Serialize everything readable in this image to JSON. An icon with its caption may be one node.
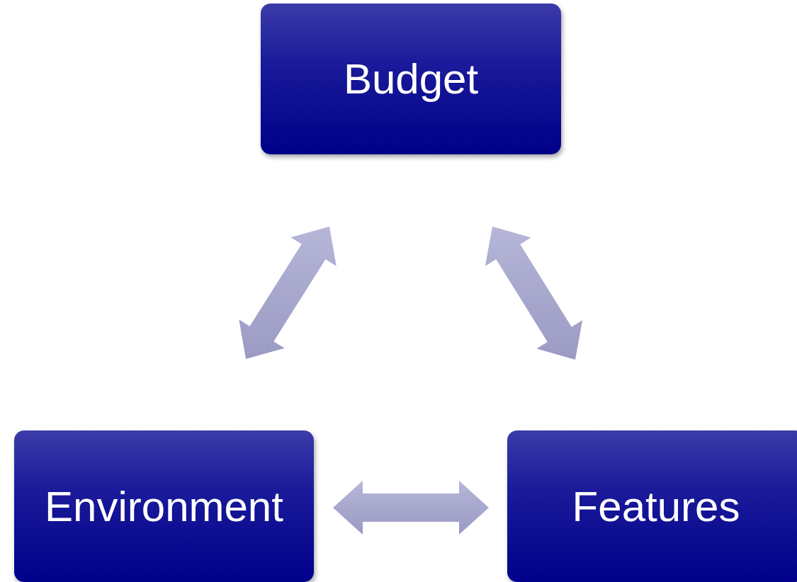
{
  "diagram": {
    "nodes": [
      {
        "text": [
          "Budget"
        ]
      },
      {
        "text": [
          "Environment"
        ]
      },
      {
        "text": [
          "Features"
        ]
      }
    ],
    "edges": [
      {
        "from": 1,
        "to": 0,
        "arrow": "both"
      },
      {
        "from": 0,
        "to": 2,
        "arrow": "both"
      },
      {
        "from": 1,
        "to": 2,
        "arrow": "both"
      }
    ]
  }
}
